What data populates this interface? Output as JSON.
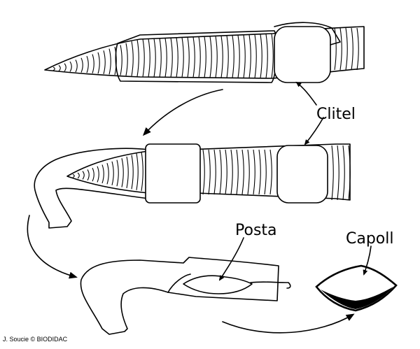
{
  "labels": {
    "clitel": "Clitel",
    "posta": "Posta",
    "capoll": "Capoll"
  },
  "credit": "J. Soucie © BIODIDAC"
}
